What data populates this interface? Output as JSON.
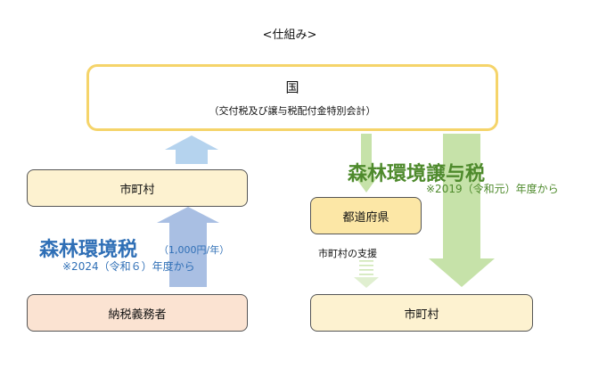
{
  "caption": "<仕組み>",
  "kuni": {
    "title": "国",
    "subtitle": "（交付税及び譲与税配付金特別会計）",
    "border_color": "#f5d46a"
  },
  "boxes": {
    "town_left": "市町村",
    "prefecture": "都道府県",
    "taxpayer": "納税義務者",
    "town_right": "市町村"
  },
  "forest_tax": {
    "name": "森林環境税",
    "rate": "（1,000円/年）",
    "note": "※2024（令和６）年度から",
    "color": "#2f6fb6"
  },
  "transfer_tax": {
    "name": "森林環境譲与税",
    "note": "※2019（令和元）年度から",
    "color": "#4e8a2c"
  },
  "support_label": "市町村の支援",
  "arrow_colors": {
    "blue_light": "#b5d3ee",
    "blue": "#a9bfe3",
    "green": "#c6e2a9"
  }
}
